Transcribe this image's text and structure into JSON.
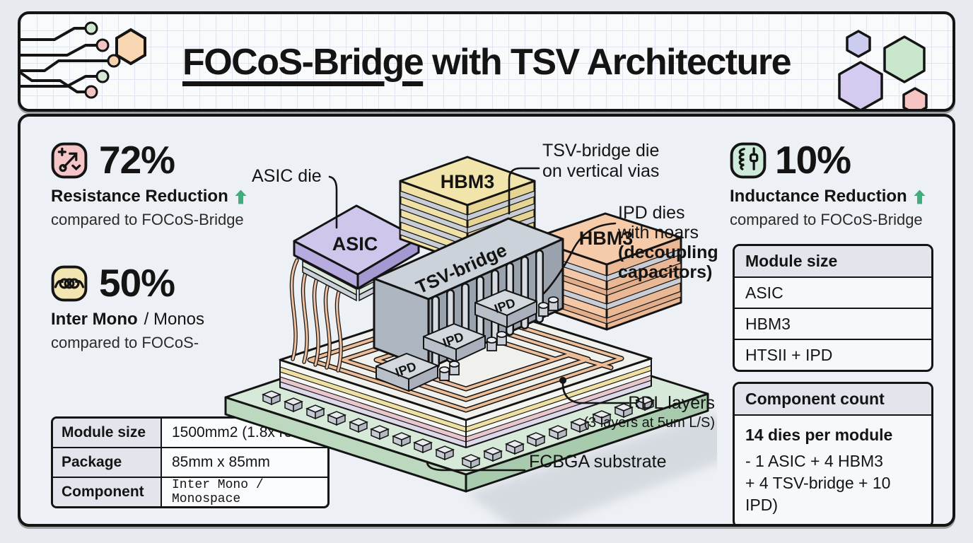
{
  "header": {
    "title_underlined": "FOCoS-Bridge",
    "title_rest": " with TSV Architecture"
  },
  "stats": {
    "resistance": {
      "value": "72%",
      "label": "Resistance Reduction",
      "note": "compared to FOCoS-Bridge"
    },
    "loss": {
      "value": "50%",
      "label_bold": "Inter Mono",
      "label_rest": " / Monos",
      "note": "compared to FOCoS-"
    },
    "inductance": {
      "value": "10%",
      "label": "Inductance Reduction",
      "note": "compared to FOCoS-Bridge"
    }
  },
  "diagram": {
    "die_labels": {
      "asic": "ASIC",
      "hbm3_back": "HBM3",
      "hbm3_right": "HBM3",
      "tsv": "TSV-bridge",
      "ipd1": "IPD",
      "ipd2": "IPD",
      "ipd3": "IPD"
    },
    "callouts": {
      "asic": "ASIC die",
      "tsv1": "TSV-bridge die",
      "tsv2": "on vertical vias",
      "ipd1": "IPD dies",
      "ipd2": "with noars",
      "ipd3": "(decoupling",
      "ipd4": "capacitors)",
      "rdl": "RDL layers",
      "rdl_sub": "(3 layers at 5um L/S)",
      "fcbga": "FCBGA substrate"
    }
  },
  "spec_table": {
    "rows": [
      {
        "label": "Module size",
        "value": "1500mm2 (1.8x reticle)"
      },
      {
        "label": "Package",
        "value": "85mm x 85mm"
      },
      {
        "label": "Component",
        "value": "Inter Mono / Monospace"
      }
    ]
  },
  "module_size_table": {
    "header": "Module size",
    "rows": [
      "ASIC",
      "HBM3",
      "HTSII + IPD"
    ]
  },
  "component_count_table": {
    "header": "Component count",
    "line1": "14 dies per module",
    "line2": "- 1 ASIC + 4 HBM3",
    "line3": "+ 4 TSV-bridge + 10 IPD)"
  },
  "colors": {
    "accent_green": "#3fae7c",
    "asic_purple": "#cfc6ec",
    "hbm3_yellow": "#f0e2a6",
    "hbm3_orange": "#f4c7a6",
    "tsv_gray": "#ccd2da",
    "substrate_green": "#d7ead9",
    "icon_pink": "#f5c6c8",
    "icon_yellow": "#f3e5b1",
    "icon_green": "#cdeada"
  }
}
